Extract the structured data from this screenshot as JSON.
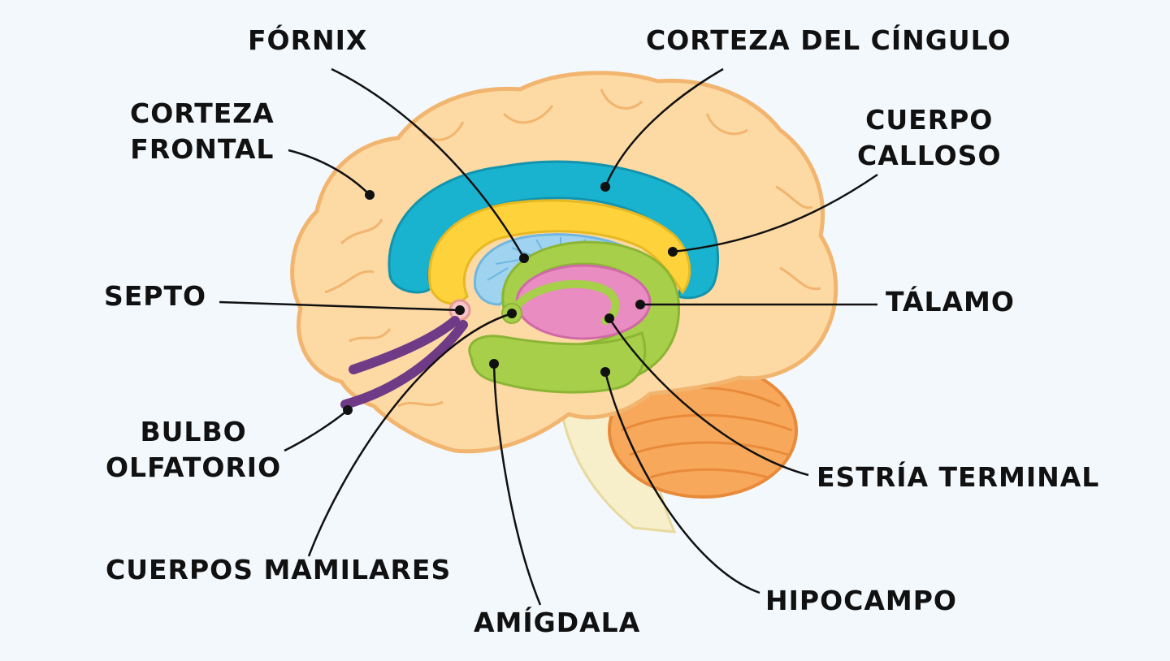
{
  "labels": {
    "fornix": "FÓRNIX",
    "corteza_cingulo": "CORTEZA DEL CÍNGULO",
    "corteza_frontal": [
      "CORTEZA",
      "FRONTAL"
    ],
    "cuerpo_calloso": [
      "CUERPO",
      "CALLOSO"
    ],
    "septo": "SEPTO",
    "talamo": "TÁLAMO",
    "bulbo_olfatorio": [
      "BULBO",
      "OLFATORIO"
    ],
    "estria_terminal": "ESTRÍA TERMINAL",
    "cuerpos_mamilares": "CUERPOS MAMILARES",
    "hipocampo": "HIPOCAMPO",
    "amigdala": "AMÍGDALA"
  },
  "colors": {
    "background": "#f3f8fd",
    "cortex": "#fdd9a4",
    "cortex_outline": "#f2b56f",
    "cingulate": "#19b2cf",
    "corpus_callosum": "#fdd23a",
    "fornix_area": "#9fd3ef",
    "limbic_ring": "#a7cf4a",
    "thalamus": "#e98cc1",
    "cerebellum": "#f7a85a",
    "brainstem": "#f7efc9",
    "olfactory": "#6f3a86",
    "leader_line": "#111111"
  }
}
